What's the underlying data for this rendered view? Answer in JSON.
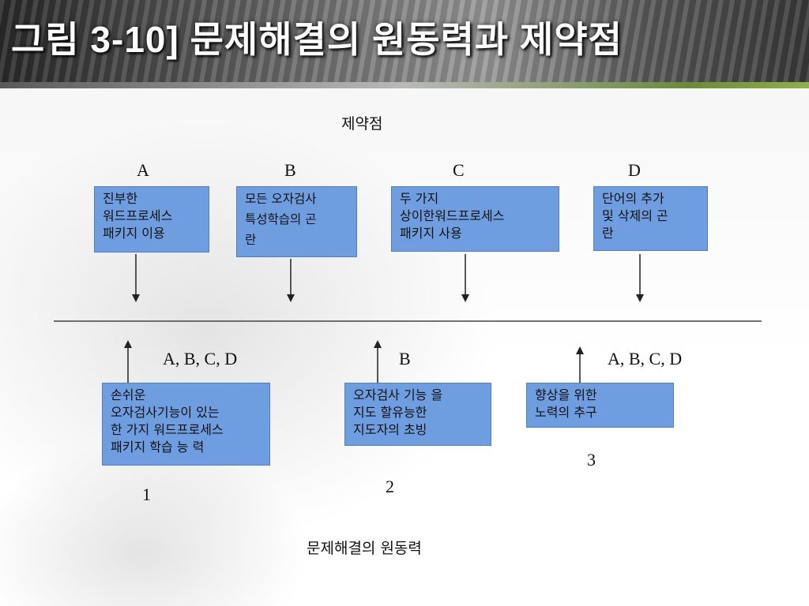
{
  "slide": {
    "title": "그림 3-10] 문제해결의 원동력과 제약점"
  },
  "diagram": {
    "top_label": "제약점",
    "bottom_label": "문제해결의 원동력",
    "constraints": [
      {
        "letter": "A",
        "lines": [
          "진부한",
          "워드프로세스",
          "패키지 이용"
        ]
      },
      {
        "letter": "B",
        "lines": [
          "모든 오자검사",
          "특성학습의 곤",
          "란"
        ]
      },
      {
        "letter": "C",
        "lines": [
          "두 가지",
          "상이한워드프로세스",
          "패키지 사용"
        ]
      },
      {
        "letter": "D",
        "lines": [
          "단어의 추가",
          "및 삭제의 곤",
          "란"
        ]
      }
    ],
    "drivers": [
      {
        "targets": "A, B, C, D",
        "number": "1",
        "lines": [
          "손쉬운",
          "오자검사기능이 있는",
          "한 가지 워드프로세스",
          "패키지 학습 능 력"
        ]
      },
      {
        "targets": "B",
        "number": "2",
        "lines": [
          "오자검사 기능 을",
          "지도 할유능한",
          "지도자의 초빙"
        ]
      },
      {
        "targets": "A, B, C, D",
        "number": "3",
        "lines": [
          "향상을 위한",
          "노력의 추구"
        ]
      }
    ]
  },
  "colors": {
    "box_fill": "#6f9ee0",
    "box_border": "#4f7fc6",
    "line": "#444444"
  }
}
